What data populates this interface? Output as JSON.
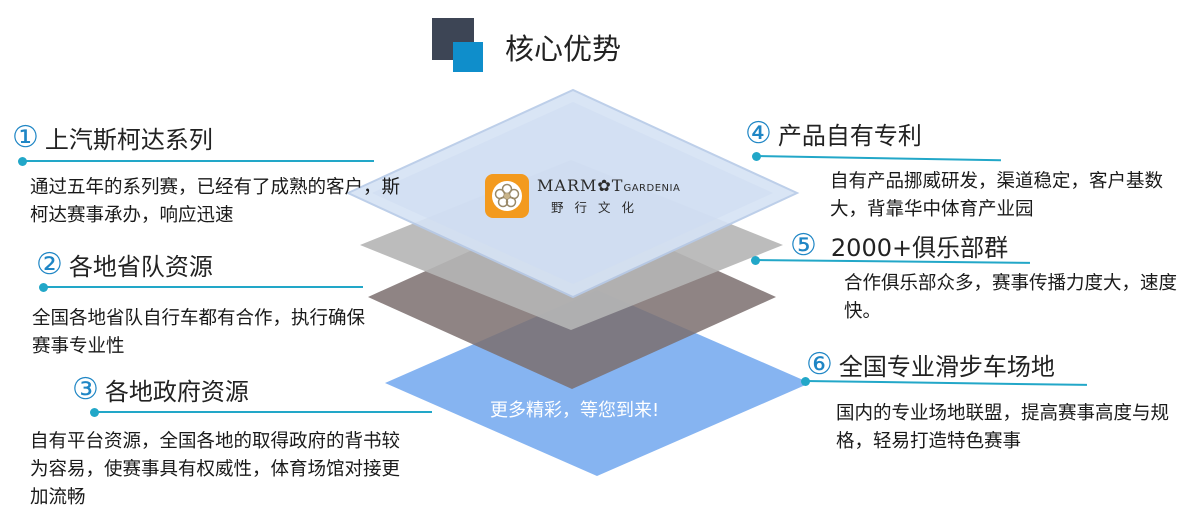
{
  "header": {
    "title": "核心优势"
  },
  "logo": {
    "brand_en": "MARM",
    "brand_en_mid": "T",
    "brand_en_small": "GARDENIA",
    "brand_cn": "野行文化"
  },
  "center": {
    "more_text": "更多精彩，等您到来!"
  },
  "items": [
    {
      "num": "①",
      "title": "上汽斯柯达系列",
      "desc": "通过五年的系列赛，已经有了成熟的客户，斯柯达赛事承办，响应迅速"
    },
    {
      "num": "②",
      "title": "各地省队资源",
      "desc": "全国各地省队自行车都有合作，执行确保赛事专业性"
    },
    {
      "num": "③",
      "title": "各地政府资源",
      "desc": "自有平台资源，全国各地的取得政府的背书较为容易，使赛事具有权威性，体育场馆对接更加流畅"
    },
    {
      "num": "④",
      "title": "产品自有专利",
      "desc": "自有产品挪威研发，渠道稳定，客户基数大，背靠华中体育产业园"
    },
    {
      "num": "⑤",
      "title": "2000+俱乐部群",
      "desc": "合作俱乐部众多，赛事传播力度大，速度快。"
    },
    {
      "num": "⑥",
      "title": "全国专业滑步车场地",
      "desc": "国内的专业场地联盟，提高赛事高度与规格，轻易打造特色赛事"
    }
  ],
  "colors": {
    "accent": "#22a7c8",
    "number": "#1f86c5",
    "header_dark": "#3d4555",
    "header_blue": "#0f8ecb",
    "logo_orange": "#f39a1e"
  }
}
